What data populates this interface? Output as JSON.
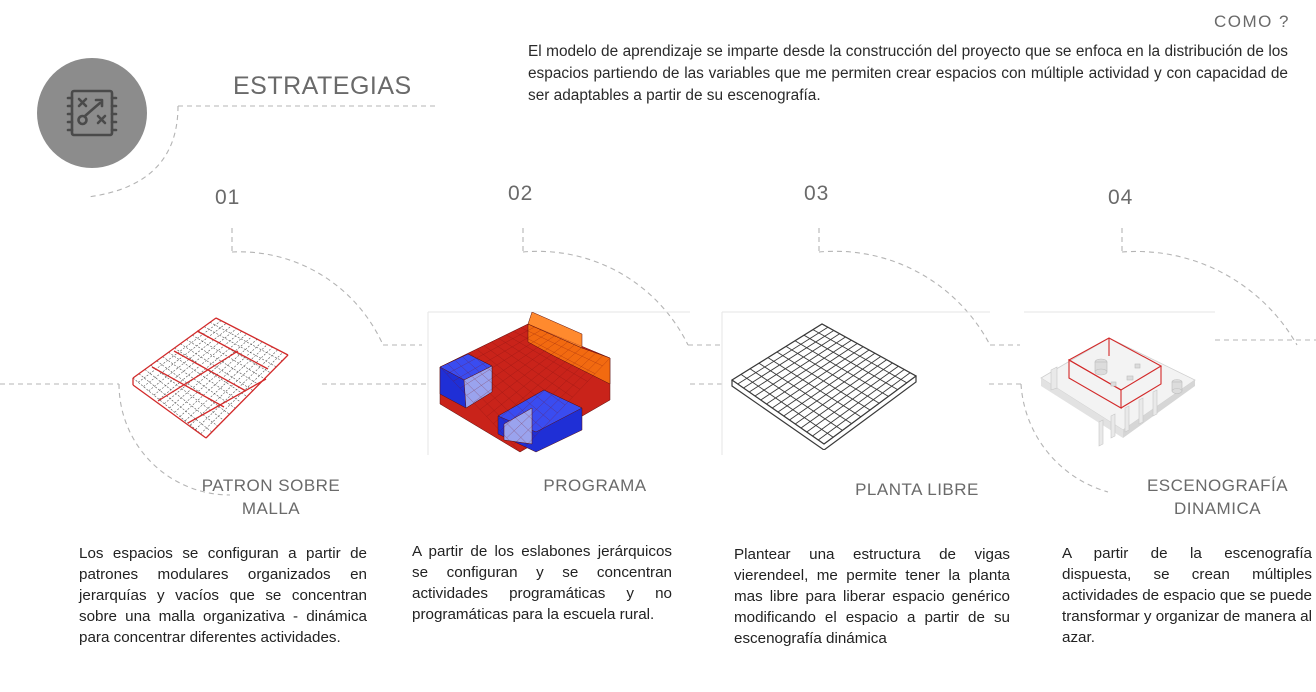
{
  "header": {
    "como_label": "COMO ?",
    "intro_text": "El modelo de aprendizaje se imparte desde la construcción del proyecto que se enfoca en la distribución de los espacios  partiendo de las variables que me permiten crear espacios con múltiple actividad y con capacidad de ser adaptables a  partir de su escenografía.",
    "section_title": "ESTRATEGIAS",
    "badge_icon": "strategy-board-icon"
  },
  "strategies": [
    {
      "number": "01",
      "label": "PATRON SOBRE MALLA",
      "description": "Los espacios se configuran a  partir de patrones modulares  organizados en jerarquías y vacíos   que se concentran       sobre  una  malla organizativa  -  dinámica    para concentrar diferentes actividades.",
      "image": "grid-pattern-diagram"
    },
    {
      "number": "02",
      "label": "PROGRAMA",
      "description": "A partir de    los eslabones jerárquicos se configuran y  se concentran actividades programáticas y no programáticas para la escuela rural.",
      "image": "program-blocks-diagram"
    },
    {
      "number": "03",
      "label": "PLANTA LIBRE",
      "description": "Plantear una estructura de vigas vierendeel, me permite tener la planta mas libre para liberar espacio genérico modificando el espacio a partir de su escenografía dinámica",
      "image": "vierendeel-grid-diagram"
    },
    {
      "number": "04",
      "label": "ESCENOGRAFÍA DINAMICA",
      "description": "A  partir  de  la  escenografía dispuesta, se crean múltiples actividades de espacio que se puede transformar   y organizar de manera al  azar.",
      "image": "dynamic-scenography-diagram"
    }
  ],
  "colors": {
    "accent_gray": "#8c8c8c",
    "program_red": "#d42b1c",
    "program_orange": "#f26a10",
    "program_blue": "#1f2fd6",
    "program_lightblue": "#9aa3ee",
    "grid_red": "#d32a2a"
  }
}
